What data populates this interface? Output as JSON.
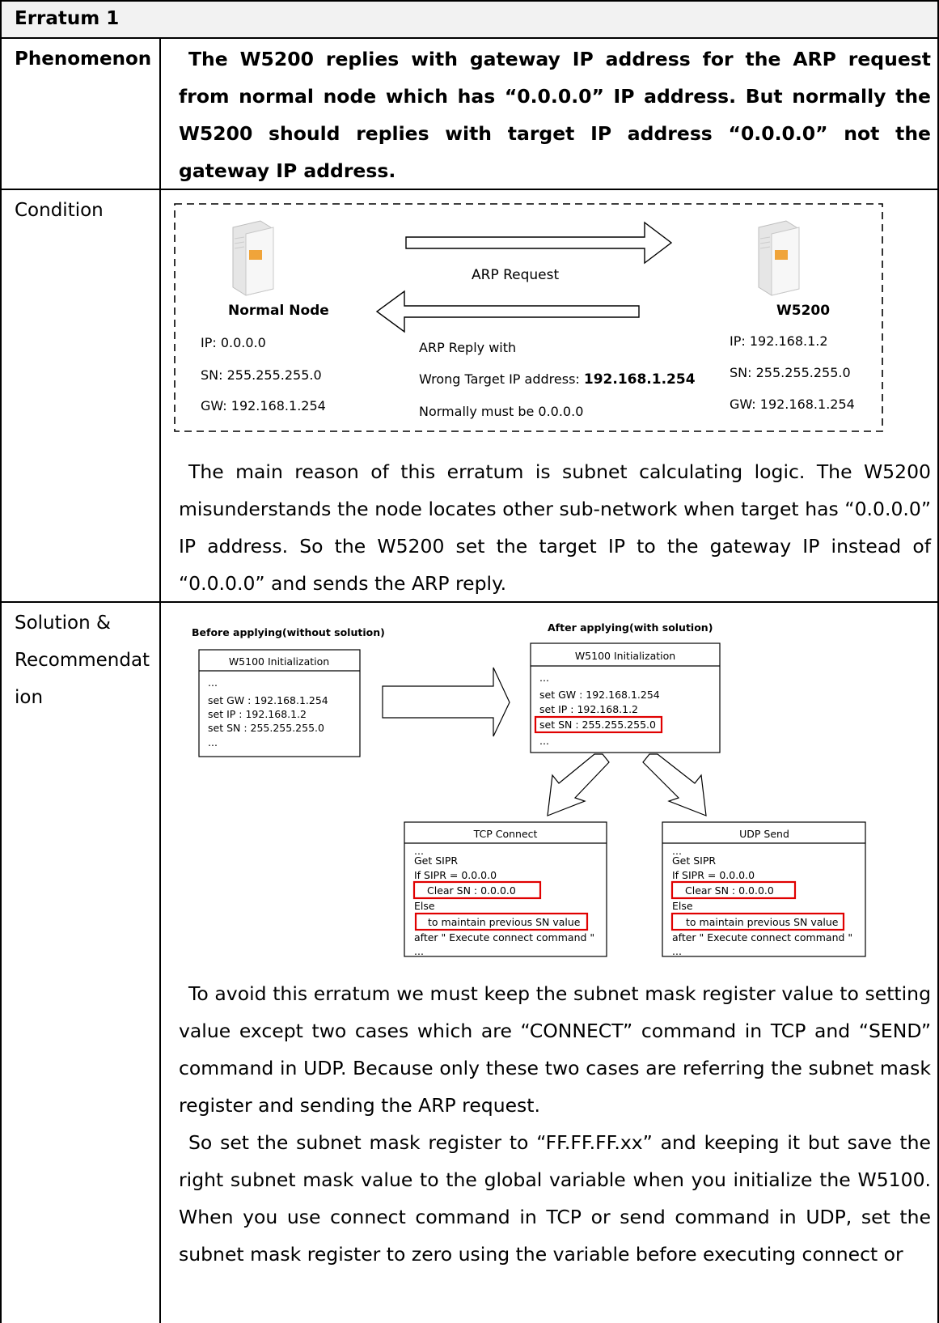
{
  "header": {
    "title": "Erratum 1"
  },
  "rows": {
    "phenomenon": {
      "label": "Phenomenon",
      "text": "The W5200 replies with gateway IP address for the ARP request from normal node which has “0.0.0.0” IP address. But normally the W5200 should replies with target IP address “0.0.0.0” not the gateway IP address."
    },
    "condition": {
      "label": "Condition",
      "text": "The main reason of this erratum is subnet calculating logic. The W5200 misunderstands the node locates other sub-network when target has “0.0.0.0” IP address. So the W5200 set the target IP to the gateway IP instead of “0.0.0.0” and sends the ARP reply."
    },
    "solution": {
      "label_line1": "Solution &",
      "label_line2": "Recommendat",
      "label_line3": "ion",
      "paragraph1": "To avoid this erratum we must keep the subnet mask register value to setting value except two cases which are “CONNECT” command in TCP and “SEND” command in UDP. Because only these two cases are referring the subnet mask register and sending the ARP request.",
      "paragraph2": "So set the subnet mask register to “FF.FF.FF.xx” and keeping it but save the right subnet mask value to the global variable when you initialize the W5100. When you use connect command in TCP or send command in UDP, set the subnet mask register to zero using the variable before executing connect or"
    }
  },
  "arp_diagram": {
    "request_label": "ARP Request",
    "normal_node": {
      "name": "Normal Node",
      "ip": "IP: 0.0.0.0",
      "sn": "SN: 255.255.255.0",
      "gw": "GW: 192.168.1.254"
    },
    "w5200": {
      "name": "W5200",
      "ip": "IP: 192.168.1.2",
      "sn": "SN: 255.255.255.0",
      "gw": "GW: 192.168.1.254"
    },
    "reply_line1": "ARP Reply with",
    "reply_line2_prefix": "Wrong Target IP address: ",
    "reply_line2_value": "192.168.1.254",
    "reply_line3": "Normally must be 0.0.0.0"
  },
  "solution_diagram": {
    "before_title": "Before applying(without solution)",
    "after_title": "After applying(with solution)",
    "before_box": {
      "title": "W5100 Initialization",
      "lines": [
        "...",
        "set GW : 192.168.1.254",
        "set IP : 192.168.1.2",
        "set SN : 255.255.255.0",
        "..."
      ]
    },
    "after_box": {
      "title": "W5100 Initialization",
      "lines": [
        "...",
        "set GW : 192.168.1.254",
        "set IP : 192.168.1.2",
        "set SN : 255.255.255.0",
        "..."
      ]
    },
    "tcp_box": {
      "title": "TCP Connect",
      "lines": [
        "...",
        "Get SIPR",
        "If SIPR = 0.0.0.0",
        "Clear SN : 0.0.0.0",
        "Else",
        "to maintain previous SN value",
        "after \" Execute connect command \"",
        "..."
      ]
    },
    "udp_box": {
      "title": "UDP Send",
      "lines": [
        "...",
        "Get SIPR",
        "If SIPR = 0.0.0.0",
        "Clear SN : 0.0.0.0",
        "Else",
        "to maintain previous SN value",
        "after \" Execute connect command \"",
        "..."
      ]
    }
  }
}
